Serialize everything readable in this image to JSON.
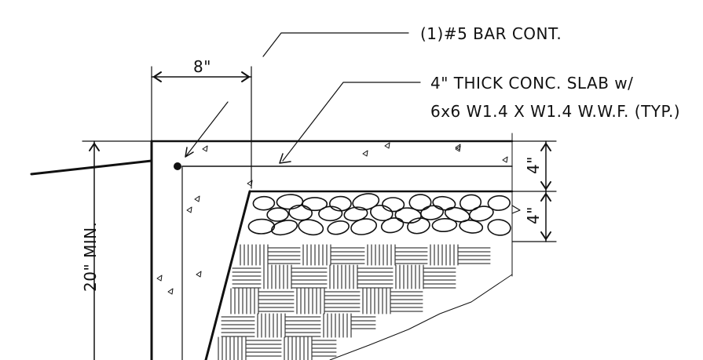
{
  "labels": {
    "bar_note": "(1)#5 BAR CONT.",
    "slab_note_line1": "4\" THICK CONC. SLAB w/",
    "slab_note_line2": "6x6 W1.4 X W1.4 W.W.F. (TYP.)"
  },
  "dimensions": {
    "footing_width": "8\"",
    "slab_thickness": "4\"",
    "gravel_thickness": "4\"",
    "footing_depth": "20\" MIN."
  }
}
